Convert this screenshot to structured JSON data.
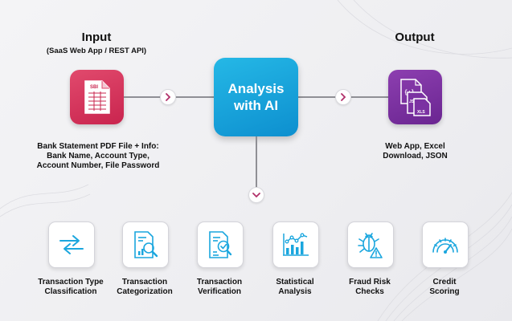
{
  "input": {
    "title": "Input",
    "subtitle": "(SaaS Web App / REST API)",
    "description": [
      "Bank Statement PDF File + Info:",
      "Bank Name, Account Type,",
      "Account Number, File Password"
    ],
    "doc_tag": "SBI"
  },
  "center": {
    "line1": "Analysis",
    "line2": "with AI"
  },
  "output": {
    "title": "Output",
    "description": [
      "Web App, Excel",
      "Download, JSON"
    ],
    "file_json": "{;}",
    "file_js": "JS",
    "file_xls": "XLS"
  },
  "features": [
    {
      "line1": "Transaction Type",
      "line2": "Classification",
      "icon": "arrows-exchange-icon"
    },
    {
      "line1": "Transaction",
      "line2": "Categorization",
      "icon": "document-search-chart-icon"
    },
    {
      "line1": "Transaction",
      "line2": "Verification",
      "icon": "document-verify-icon"
    },
    {
      "line1": "Statistical",
      "line2": "Analysis",
      "icon": "bar-line-chart-icon"
    },
    {
      "line1": "Fraud Risk",
      "line2": "Checks",
      "icon": "bug-warning-icon"
    },
    {
      "line1": "Credit",
      "line2": "Scoring",
      "icon": "gauge-icon"
    }
  ],
  "colors": {
    "input_box": "#d7335c",
    "center_box": "#1aa6de",
    "output_box": "#7b31a2",
    "icon_accent": "#1aa6de",
    "chevron": "#b1306a"
  }
}
